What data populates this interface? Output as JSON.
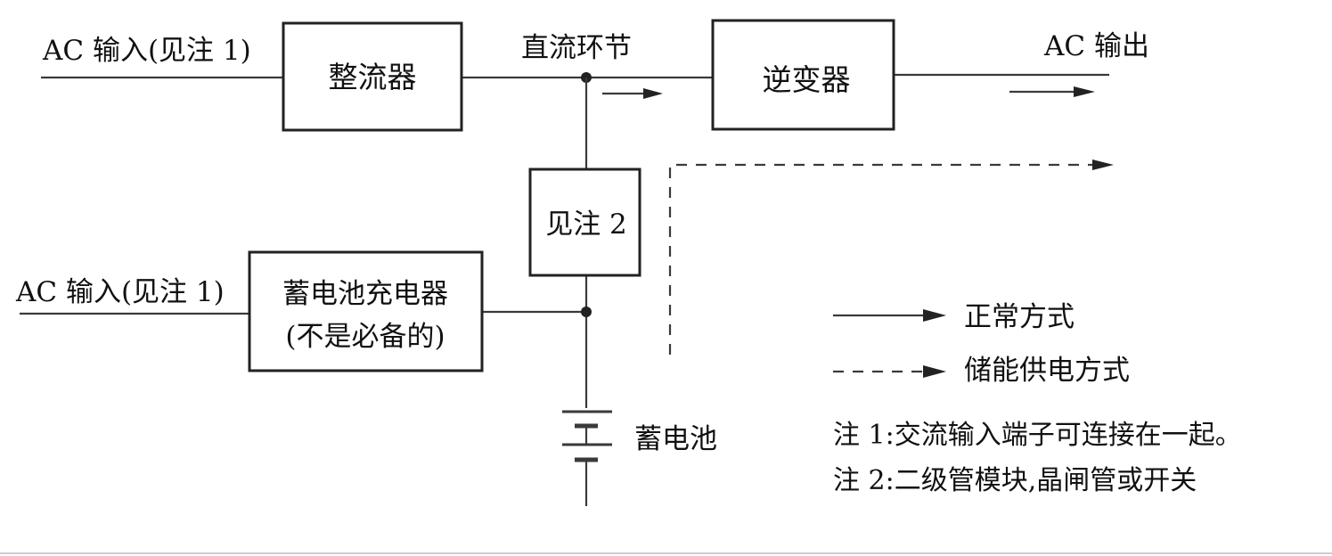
{
  "labels": {
    "ac_input_top": "AC 输入(见注 1)",
    "ac_input_bottom": "AC 输入(见注 1)",
    "dc_link": "直流环节",
    "ac_output": "AC 输出",
    "battery": "蓄电池"
  },
  "blocks": {
    "rectifier": "整流器",
    "inverter": "逆变器",
    "note2_block": "见注 2",
    "charger_line1": "蓄电池充电器",
    "charger_line2": "(不是必备的)"
  },
  "legend": {
    "normal": "正常方式",
    "stored_energy": "储能供电方式"
  },
  "notes": {
    "note1": "注 1:交流输入端子可连接在一起。",
    "note2": "注 2:二级管模块,晶闸管或开关"
  }
}
